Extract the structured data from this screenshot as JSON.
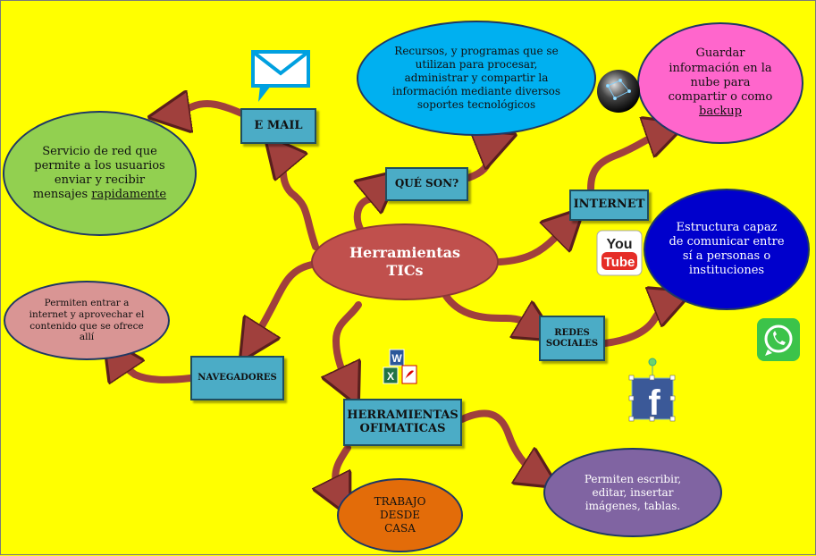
{
  "center": {
    "line1": "Herramientas",
    "line2": "TICs"
  },
  "boxes": {
    "email": "E MAIL",
    "que_son": "QUÉ SON?",
    "internet": "INTERNET",
    "redes": "REDES SOCIALES",
    "navegadores": "NAVEGADORES",
    "ofimaticas": "HERRAMIENTAS OFIMATICAS"
  },
  "descriptions": {
    "email": {
      "text": "Servicio de red que permite a los usuarios enviar y recibir mensajes ",
      "underlined": "rapidamente"
    },
    "que_son": "Recursos, y programas que se utilizan para procesar, administrar y compartir la información mediante diversos soportes tecnológicos",
    "internet": {
      "text": "Guardar información en la nube para compartir o como ",
      "underlined": "backup"
    },
    "redes": "Estructura capaz de comunicar entre sí a personas o instituciones",
    "navegadores": "Permiten entrar a internet y aprovechar el contenido que se ofrece allí",
    "ofimaticas": "Permiten escribir, editar, insertar imágenes, tablas.",
    "trabajo": "TRABAJO DESDE CASA"
  },
  "icons": {
    "youtube_top": "You",
    "youtube_bottom": "Tube",
    "facebook": "f"
  },
  "colors": {
    "background": "#ffff00",
    "box": "#4bacc6",
    "center": "#c0504d",
    "arrow": "#a0403d",
    "email_ellipse": "#92d050",
    "que_son_ellipse": "#00b0f0",
    "internet_ellipse": "#ff66cc",
    "redes_ellipse": "#0000cc",
    "navegadores_ellipse": "#d99594",
    "ofimaticas_ellipse": "#8064a2",
    "trabajo_ellipse": "#e36c09"
  }
}
